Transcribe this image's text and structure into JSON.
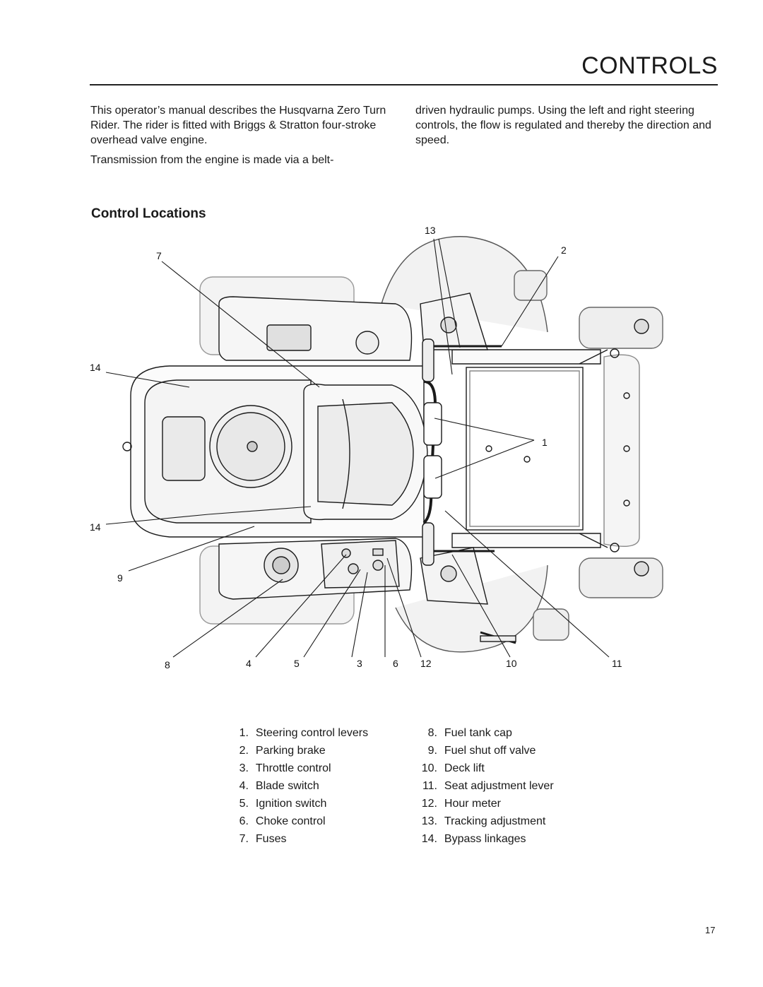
{
  "page": {
    "title": "CONTROLS",
    "intro_left": [
      "This operator’s manual describes the Husqvarna Zero Turn Rider. The rider is fitted with Briggs & Stratton four-stroke overhead valve engine.",
      "Transmission from the engine is made via a belt-"
    ],
    "intro_right": "driven hydraulic pumps. Using the left and right steering controls, the flow is regulated and thereby the direction and speed.",
    "section_heading": "Control Locations",
    "page_number": "17"
  },
  "diagram": {
    "callouts": [
      "13",
      "2",
      "7",
      "14",
      "1",
      "14",
      "9",
      "8",
      "4",
      "5",
      "3",
      "6",
      "12",
      "10",
      "11"
    ]
  },
  "legend": {
    "left": [
      {
        "num": "1.",
        "label": "Steering control levers"
      },
      {
        "num": "2.",
        "label": "Parking brake"
      },
      {
        "num": "3.",
        "label": "Throttle control"
      },
      {
        "num": "4.",
        "label": "Blade switch"
      },
      {
        "num": "5.",
        "label": "Ignition switch"
      },
      {
        "num": "6.",
        "label": "Choke control"
      },
      {
        "num": "7.",
        "label": "Fuses"
      }
    ],
    "right": [
      {
        "num": "8.",
        "label": "Fuel tank cap"
      },
      {
        "num": "9.",
        "label": "Fuel shut off valve"
      },
      {
        "num": "10.",
        "label": "Deck lift"
      },
      {
        "num": "11.",
        "label": "Seat adjustment lever"
      },
      {
        "num": "12.",
        "label": "Hour meter"
      },
      {
        "num": "13.",
        "label": "Tracking adjustment"
      },
      {
        "num": "14.",
        "label": "Bypass linkages"
      }
    ]
  }
}
